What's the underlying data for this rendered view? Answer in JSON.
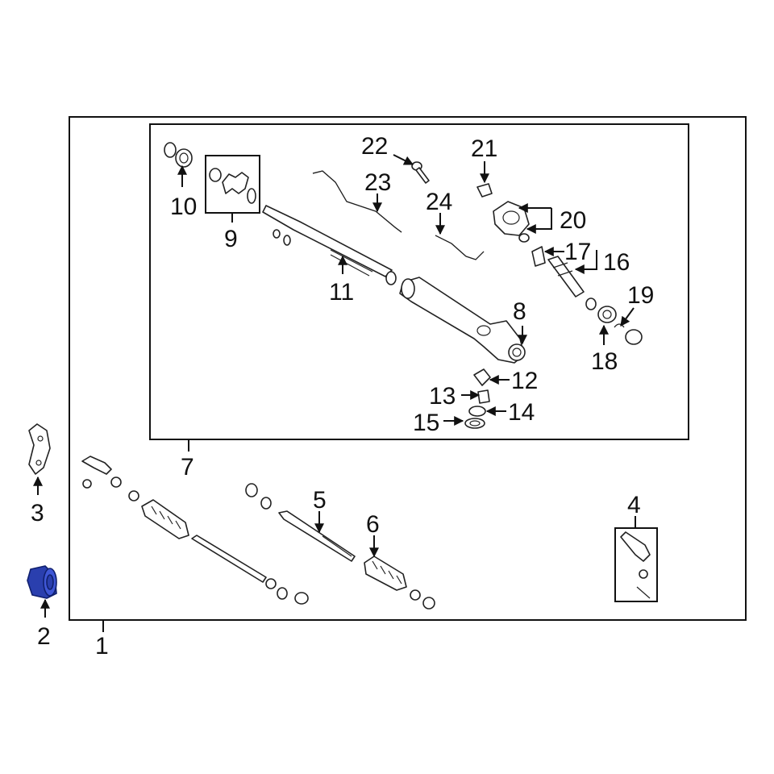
{
  "callouts": {
    "c1": "1",
    "c2": "2",
    "c3": "3",
    "c4": "4",
    "c5": "5",
    "c6": "6",
    "c7": "7",
    "c8": "8",
    "c9": "9",
    "c10": "10",
    "c11": "11",
    "c12": "12",
    "c13": "13",
    "c14": "14",
    "c15": "15",
    "c16": "16",
    "c17": "17",
    "c18": "18",
    "c19": "19",
    "c20": "20",
    "c21": "21",
    "c22": "22",
    "c23": "23",
    "c24": "24"
  },
  "highlight": {
    "part": "2",
    "color": "#2a3fae"
  }
}
